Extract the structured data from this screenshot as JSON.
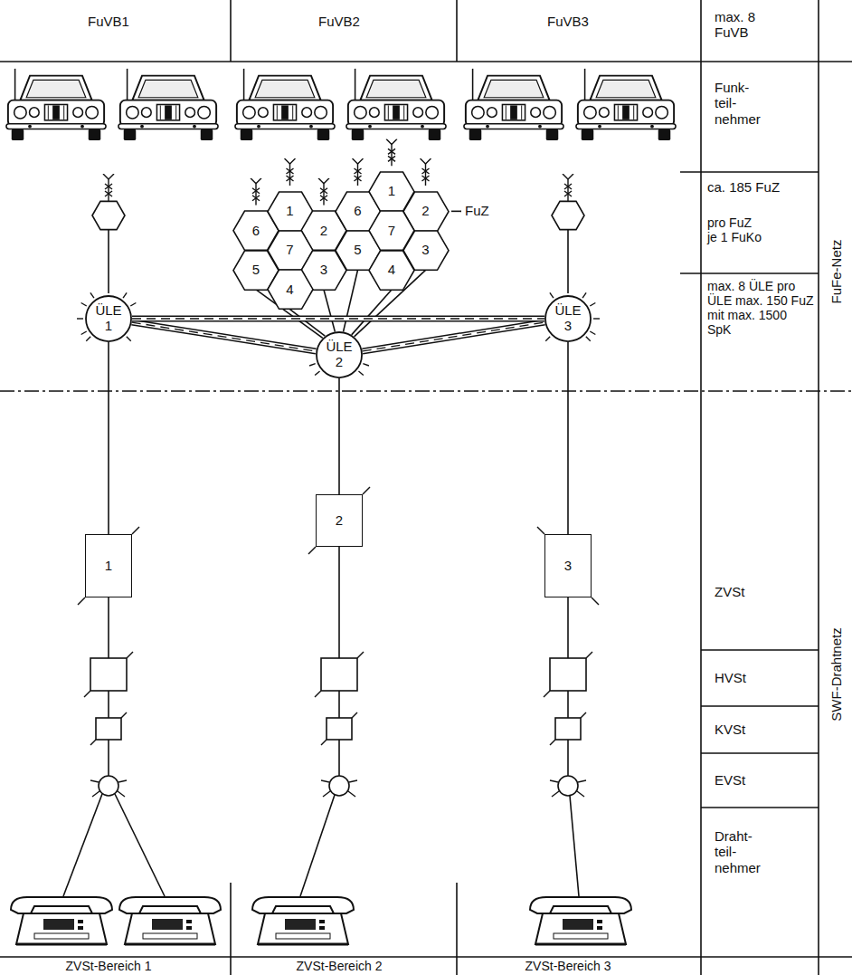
{
  "diagram": {
    "nodes": [
      {
        "text": [
          "6"
        ]
      },
      {
        "text": [
          "1"
        ]
      },
      {
        "text": [
          "2"
        ]
      },
      {
        "text": [
          "5"
        ]
      },
      {
        "text": [
          "7"
        ]
      },
      {
        "text": [
          "3"
        ]
      },
      {
        "text": [
          "4"
        ]
      },
      {
        "text": [
          "6"
        ]
      },
      {
        "text": [
          "1"
        ]
      },
      {
        "text": [
          "2"
        ]
      },
      {
        "text": [
          "5"
        ]
      },
      {
        "text": [
          "7"
        ]
      },
      {
        "text": [
          "3"
        ]
      },
      {
        "text": [
          "4"
        ]
      },
      {
        "text": [
          "ÜLE 1"
        ]
      },
      {
        "text": [
          "ÜLE 2"
        ]
      },
      {
        "text": [
          "ÜLE 3"
        ]
      },
      {
        "text": [
          "1"
        ]
      },
      {
        "text": [
          "2"
        ]
      },
      {
        "text": [
          "3"
        ]
      }
    ],
    "edges": [
      {
        "from": 3,
        "to": 15,
        "arrow": "none"
      },
      {
        "from": 6,
        "to": 15,
        "arrow": "none"
      },
      {
        "from": 5,
        "to": 15,
        "arrow": "none"
      },
      {
        "from": 10,
        "to": 15,
        "arrow": "none"
      },
      {
        "from": 13,
        "to": 15,
        "arrow": "none"
      },
      {
        "from": 12,
        "to": 15,
        "arrow": "none"
      },
      {
        "from": 14,
        "to": 15,
        "arrow": "none"
      },
      {
        "from": 15,
        "to": 16,
        "arrow": "none"
      },
      {
        "from": 14,
        "to": 16,
        "arrow": "none"
      },
      {
        "from": 14,
        "to": 17,
        "arrow": "none"
      },
      {
        "from": 15,
        "to": 18,
        "arrow": "none"
      },
      {
        "from": 16,
        "to": 19,
        "arrow": "none"
      }
    ],
    "labels": [
      "FuVB1",
      "FuVB2",
      "FuVB3",
      "max. 8 FuVB",
      "Funk- teil- nehmer",
      "ca. 185 FuZ",
      "pro FuZ je 1 FuKo",
      "max. 8 ÜLE pro ÜLE max. 150 FuZ mit max. 1500 SpK",
      "FuFe-Netz",
      "ZVSt",
      "HVSt",
      "KVSt",
      "EVSt",
      "Draht- teil- nehmer",
      "SWF-Drahtnetz",
      "ZVSt-Bereich 1",
      "ZVSt-Bereich 2",
      "ZVSt-Bereich 3",
      "FuZ"
    ]
  }
}
